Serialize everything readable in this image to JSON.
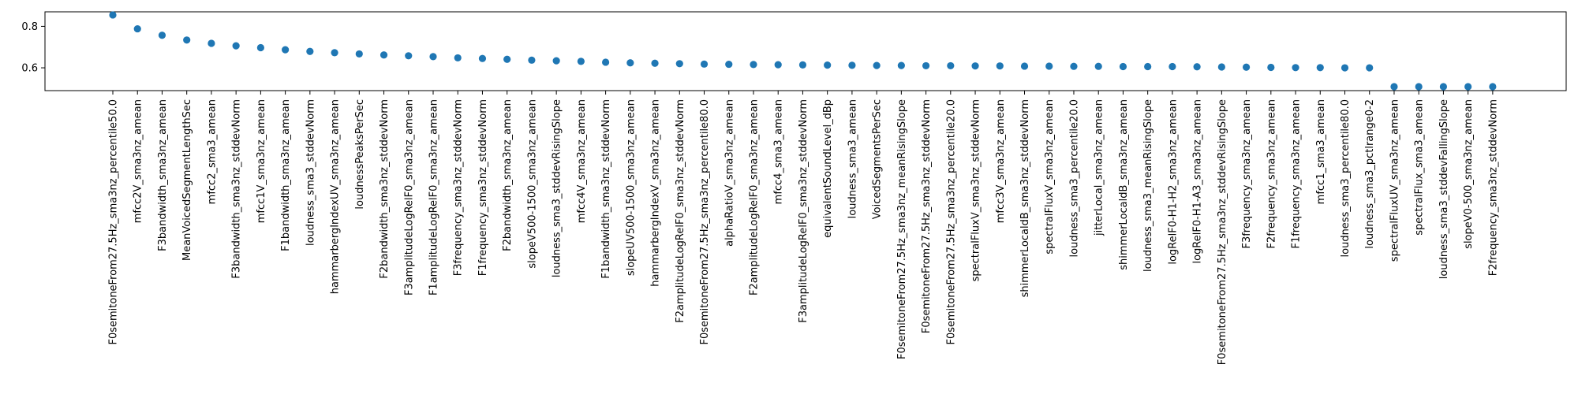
{
  "chart_data": {
    "type": "scatter",
    "title": "",
    "xlabel": "",
    "ylabel": "",
    "color": "#1f77b4",
    "ylim": [
      0.49,
      0.87
    ],
    "yticks": [
      0.6,
      0.8
    ],
    "ytick_labels": [
      "0.6",
      "0.8"
    ],
    "grid": false,
    "legend": "none",
    "categories": [
      "F0semitoneFrom27.5Hz_sma3nz_percentile50.0",
      "mfcc2V_sma3nz_amean",
      "F3bandwidth_sma3nz_amean",
      "MeanVoicedSegmentLengthSec",
      "mfcc2_sma3_amean",
      "F3bandwidth_sma3nz_stddevNorm",
      "mfcc1V_sma3nz_amean",
      "F1bandwidth_sma3nz_amean",
      "loudness_sma3_stddevNorm",
      "hammarbergIndexUV_sma3nz_amean",
      "loudnessPeaksPerSec",
      "F2bandwidth_sma3nz_stddevNorm",
      "F3amplitudeLogRelF0_sma3nz_amean",
      "F1amplitudeLogRelF0_sma3nz_amean",
      "F3frequency_sma3nz_stddevNorm",
      "F1frequency_sma3nz_stddevNorm",
      "F2bandwidth_sma3nz_amean",
      "slopeV500-1500_sma3nz_amean",
      "loudness_sma3_stddevRisingSlope",
      "mfcc4V_sma3nz_amean",
      "F1bandwidth_sma3nz_stddevNorm",
      "slopeUV500-1500_sma3nz_amean",
      "hammarbergIndexV_sma3nz_amean",
      "F2amplitudeLogRelF0_sma3nz_stddevNorm",
      "F0semitoneFrom27.5Hz_sma3nz_percentile80.0",
      "alphaRatioV_sma3nz_amean",
      "F2amplitudeLogRelF0_sma3nz_amean",
      "mfcc4_sma3_amean",
      "F3amplitudeLogRelF0_sma3nz_stddevNorm",
      "equivalentSoundLevel_dBp",
      "loudness_sma3_amean",
      "VoicedSegmentsPerSec",
      "F0semitoneFrom27.5Hz_sma3nz_meanRisingSlope",
      "F0semitoneFrom27.5Hz_sma3nz_stddevNorm",
      "F0semitoneFrom27.5Hz_sma3nz_percentile20.0",
      "spectralFluxV_sma3nz_stddevNorm",
      "mfcc3V_sma3nz_amean",
      "shimmerLocaldB_sma3nz_stddevNorm",
      "spectralFluxV_sma3nz_amean",
      "loudness_sma3_percentile20.0",
      "jitterLocal_sma3nz_amean",
      "shimmerLocaldB_sma3nz_amean",
      "loudness_sma3_meanRisingSlope",
      "logRelF0-H1-H2_sma3nz_amean",
      "logRelF0-H1-A3_sma3nz_amean",
      "F0semitoneFrom27.5Hz_sma3nz_stddevRisingSlope",
      "F3frequency_sma3nz_amean",
      "F2frequency_sma3nz_amean",
      "F1frequency_sma3nz_amean",
      "mfcc1_sma3_amean",
      "loudness_sma3_percentile80.0",
      "loudness_sma3_pctlrange0-2",
      "spectralFluxUV_sma3nz_amean",
      "spectralFlux_sma3_amean",
      "loudness_sma3_stddevFallingSlope",
      "slopeV0-500_sma3nz_amean",
      "F2frequency_sma3nz_stddevNorm"
    ],
    "values": [
      0.855,
      0.788,
      0.757,
      0.734,
      0.718,
      0.706,
      0.697,
      0.687,
      0.679,
      0.673,
      0.667,
      0.662,
      0.658,
      0.654,
      0.648,
      0.645,
      0.641,
      0.637,
      0.634,
      0.631,
      0.627,
      0.624,
      0.622,
      0.62,
      0.618,
      0.617,
      0.616,
      0.615,
      0.614,
      0.613,
      0.612,
      0.611,
      0.611,
      0.61,
      0.61,
      0.609,
      0.609,
      0.608,
      0.608,
      0.607,
      0.607,
      0.606,
      0.606,
      0.606,
      0.605,
      0.604,
      0.603,
      0.602,
      0.601,
      0.601,
      0.6,
      0.6,
      0.509,
      0.509,
      0.509,
      0.509,
      0.509
    ]
  }
}
